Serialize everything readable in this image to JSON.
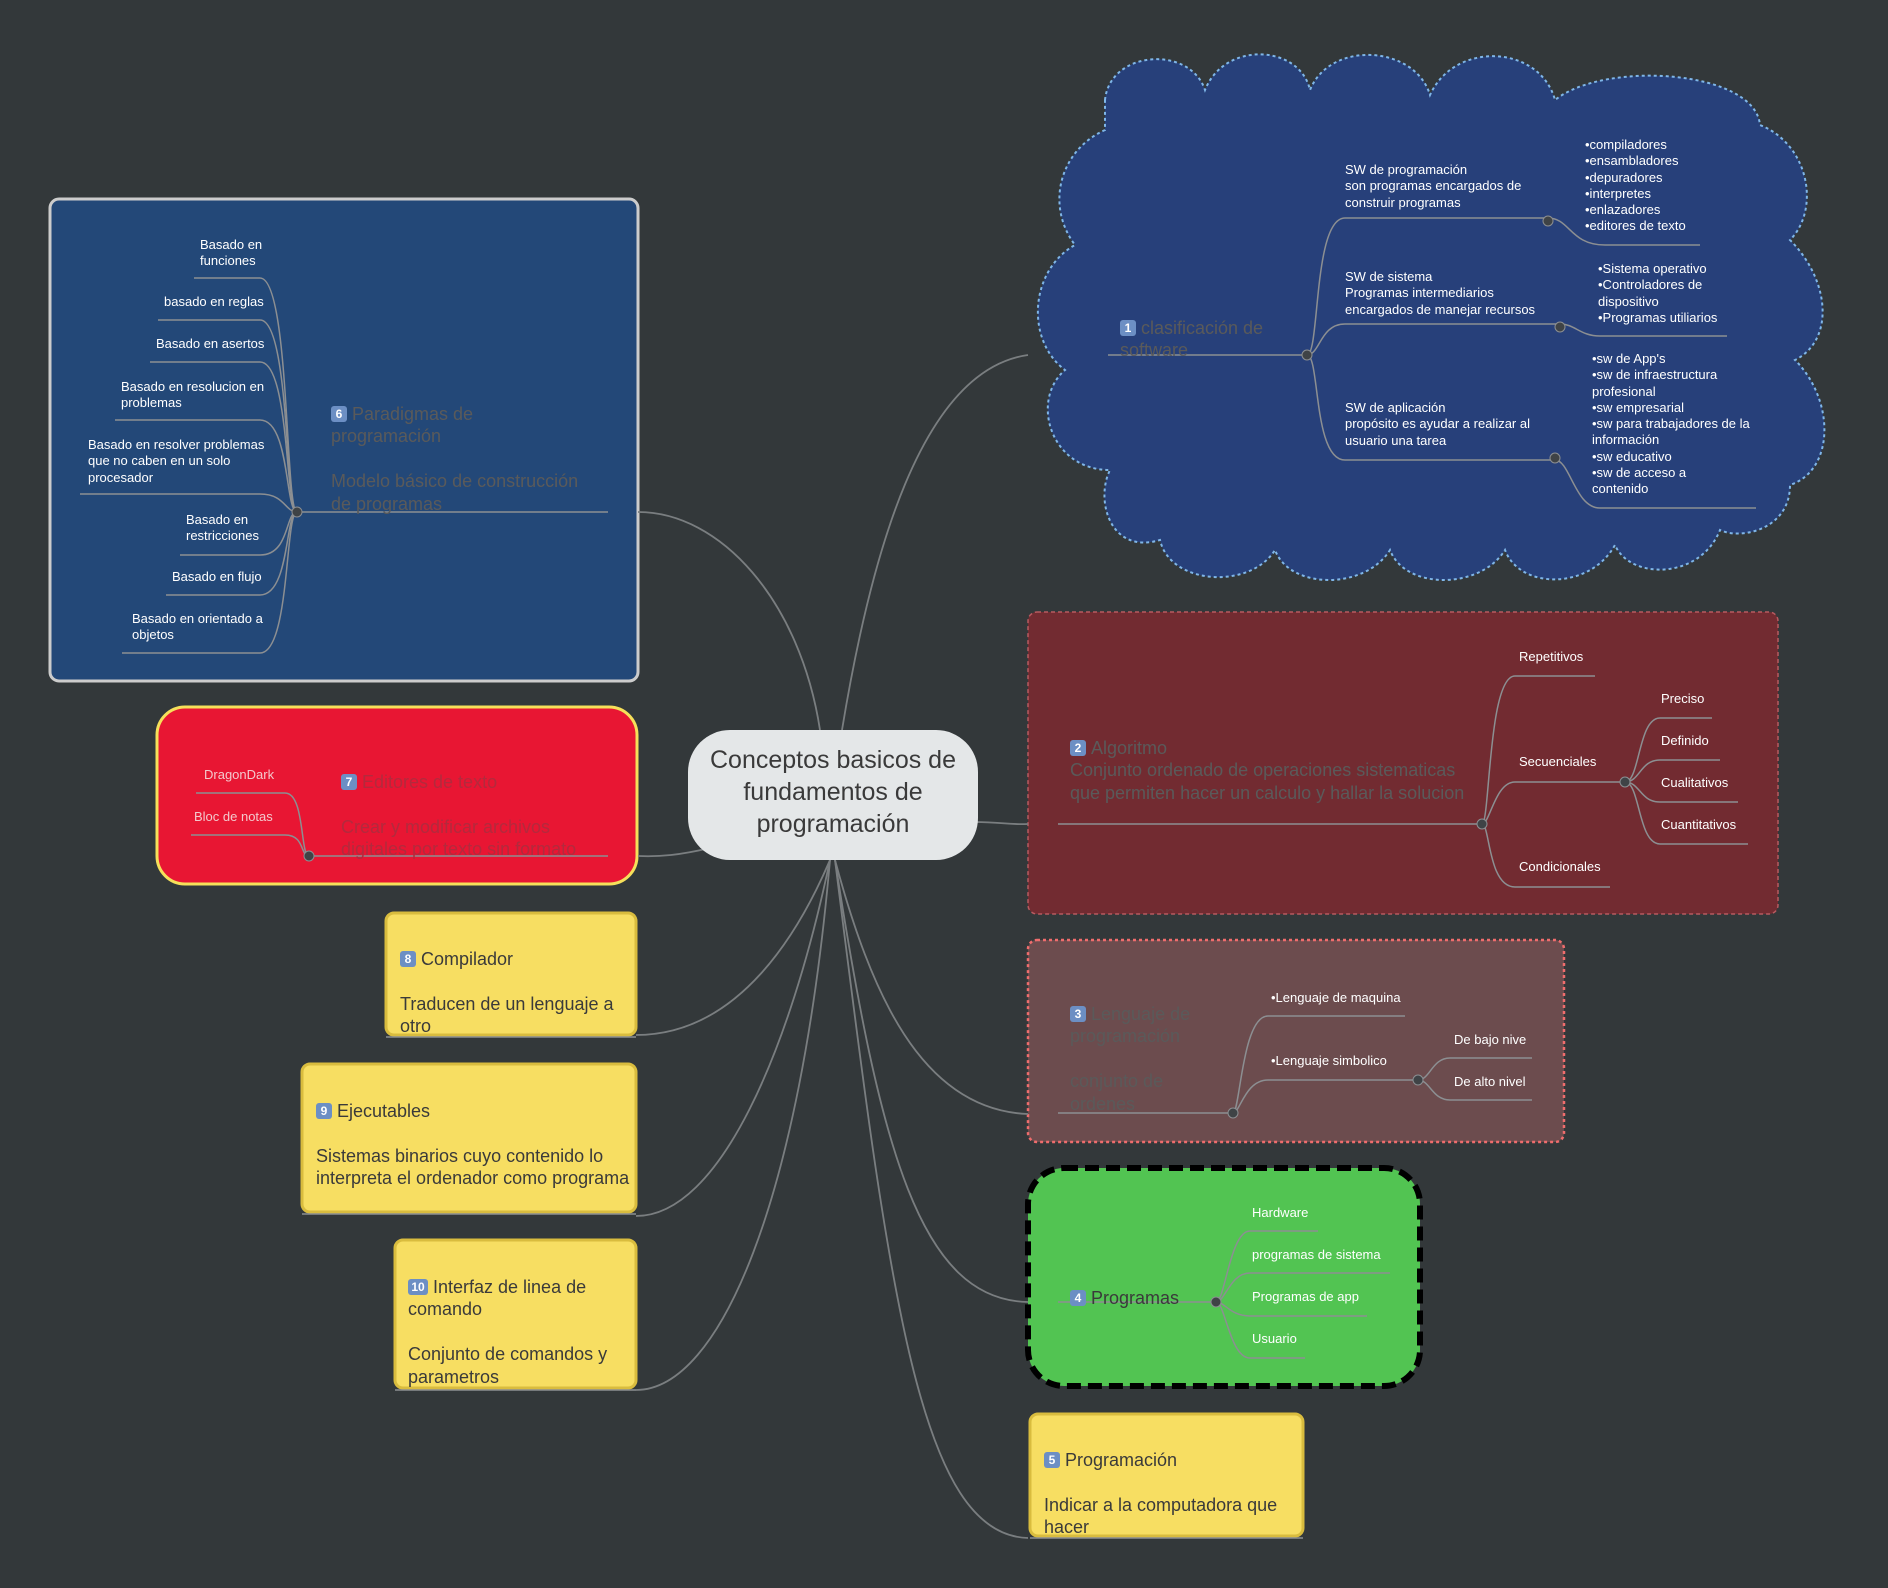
{
  "central": {
    "title": "Conceptos basicos de fundamentos de programación"
  },
  "topics": {
    "t1": {
      "number": "1",
      "title": "clasificación de software",
      "children": [
        {
          "label": "SW de programación\nson programas encargados de\nconstruir programas",
          "detail": "•compiladores\n•ensambladores\n•depuradores\n•interpretes\n•enlazadores\n•editores de texto"
        },
        {
          "label": "SW de sistema\nProgramas intermediarios\nencargados de manejar recursos",
          "detail": "•Sistema operativo\n•Controladores de\ndispositivo\n•Programas utiliarios"
        },
        {
          "label": "SW de aplicación\npropósito es ayudar a realizar al\nusuario una tarea",
          "detail": "•sw de App's\n•sw de infraestructura\nprofesional\n•sw empresarial\n•sw para trabajadores de la\ninformación\n•sw educativo\n•sw de acceso a\ncontenido"
        }
      ]
    },
    "t2": {
      "number": "2",
      "title": "Algoritmo\nConjunto ordenado de operaciones sistematicas que permiten hacer un calculo y hallar la solucion",
      "children": [
        "Repetitivos",
        "Secuenciales",
        "Condicionales"
      ],
      "secuenciales_children": [
        "Preciso",
        "Definido",
        "Cualitativos",
        "Cuantitativos"
      ]
    },
    "t3": {
      "number": "3",
      "title": "Lenguaje de\nprogramación\n\nconjunto de\nordenes",
      "children": [
        "•Lenguaje de maquina",
        "•Lenguaje simbolico"
      ],
      "simbolico_children": [
        "De bajo nive",
        "De alto nivel"
      ]
    },
    "t4": {
      "number": "4",
      "title": "Programas",
      "children": [
        "Hardware",
        "programas de sistema",
        "Programas de app",
        "Usuario"
      ]
    },
    "t5": {
      "number": "5",
      "title": "Programación",
      "description": "Indicar a la computadora que hacer"
    },
    "t6": {
      "number": "6",
      "title": "Paradigmas de\nprogramación\n\nModelo básico de construcción\nde programas",
      "children": [
        "Basado en\nfunciones",
        "basado en reglas",
        "Basado en asertos",
        "Basado en resolucion en\nproblemas",
        "Basado en resolver problemas\nque no caben en un solo\nprocesador",
        "Basado en\nrestricciones",
        "Basado en flujo",
        "Basado en orientado a\nobjetos"
      ]
    },
    "t7": {
      "number": "7",
      "title": "Editores de texto\n\nCrear y modificar archivos\ndigitales por texto sin formato",
      "children": [
        "DragonDark",
        "Bloc de notas"
      ]
    },
    "t8": {
      "number": "8",
      "title": "Compilador",
      "description": "Traducen de un lenguaje a otro"
    },
    "t9": {
      "number": "9",
      "title": "Ejecutables",
      "description": "Sistemas binarios cuyo contenido lo interpreta el ordenador como programa"
    },
    "t10": {
      "number": "10",
      "title": "Interfaz de linea de comando",
      "description": "Conjunto de comandos y parametros"
    }
  },
  "colors": {
    "background": "#33383a",
    "cloud": "#27407a",
    "algoritmo": "#722b31",
    "lenguaje": "#6c4c4e",
    "programas": "#52c452",
    "paradigmas": "#234878",
    "editores": "#e81633",
    "yellow": "#f7de62"
  }
}
